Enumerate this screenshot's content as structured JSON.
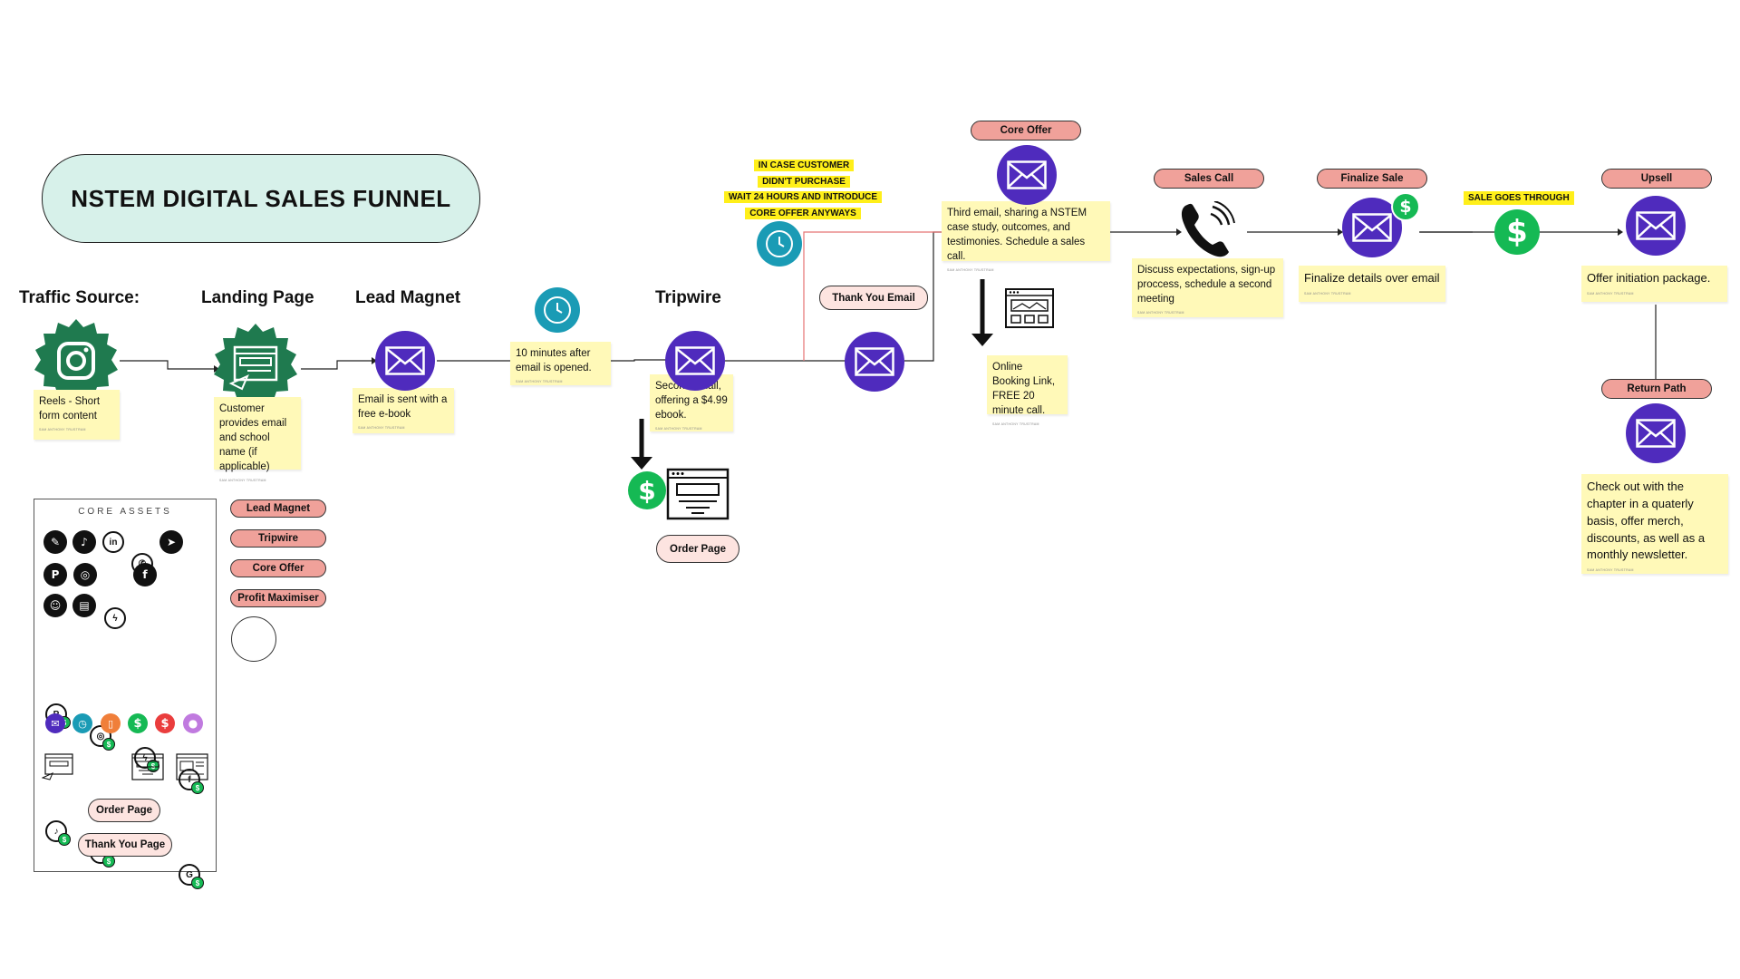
{
  "title": "NSTEM DIGITAL SALES FUNNEL",
  "stages": {
    "traffic": "Traffic Source:",
    "landing": "Landing Page",
    "lead": "Lead Magnet",
    "tripwire": "Tripwire"
  },
  "notes": {
    "reels": "Reels - Short form content",
    "customer": "Customer provides email and school name (if applicable)",
    "email_sent": "Email is sent with a free e-book",
    "ten_min": "10 minutes after email is opened.",
    "second_email": "Second email, offering a $4.99 ebook.",
    "third_email": "Third email, sharing a NSTEM case study, outcomes, and testimonies. Schedule a sales call.",
    "booking": "Online Booking Link, FREE 20 minute call.",
    "discuss": "Discuss expectations, sign-up proccess, schedule a second meeting",
    "finalize": "Finalize details over email",
    "offer": "Offer initiation package.",
    "checkout": "Check out with the chapter in a quaterly basis, offer merch, discounts, as well as a monthly newsletter.",
    "signature": "SAM ANTHONY TRUSTRAM"
  },
  "pills": {
    "core_offer": "Core Offer",
    "thank_you_email": "Thank You Email",
    "sales_call": "Sales Call",
    "finalize_sale": "Finalize Sale",
    "upsell": "Upsell",
    "return_path": "Return Path",
    "order_page": "Order Page"
  },
  "yellow_labels": {
    "case1": "IN CASE CUSTOMER",
    "case2": "DIDN'T PURCHASE",
    "wait1": "WAIT 24 HOURS AND INTRODUCE",
    "wait2": "CORE OFFER ANYWAYS",
    "sale": "SALE GOES THROUGH"
  },
  "assets": {
    "title": "CORE ASSETS",
    "legend": [
      "Lead Magnet",
      "Tripwire",
      "Core Offer",
      "Profit Maximiser"
    ],
    "order_page": "Order Page",
    "thank_you_page": "Thank You Page"
  },
  "colors": {
    "mail": "#4f2bbd",
    "clock": "#1a9bb5",
    "dollar": "#15b954",
    "badge": "#1f7a4f",
    "pill": "#f0a19a",
    "sticky": "#fff9b8",
    "title_bg": "#d7f1ea"
  }
}
